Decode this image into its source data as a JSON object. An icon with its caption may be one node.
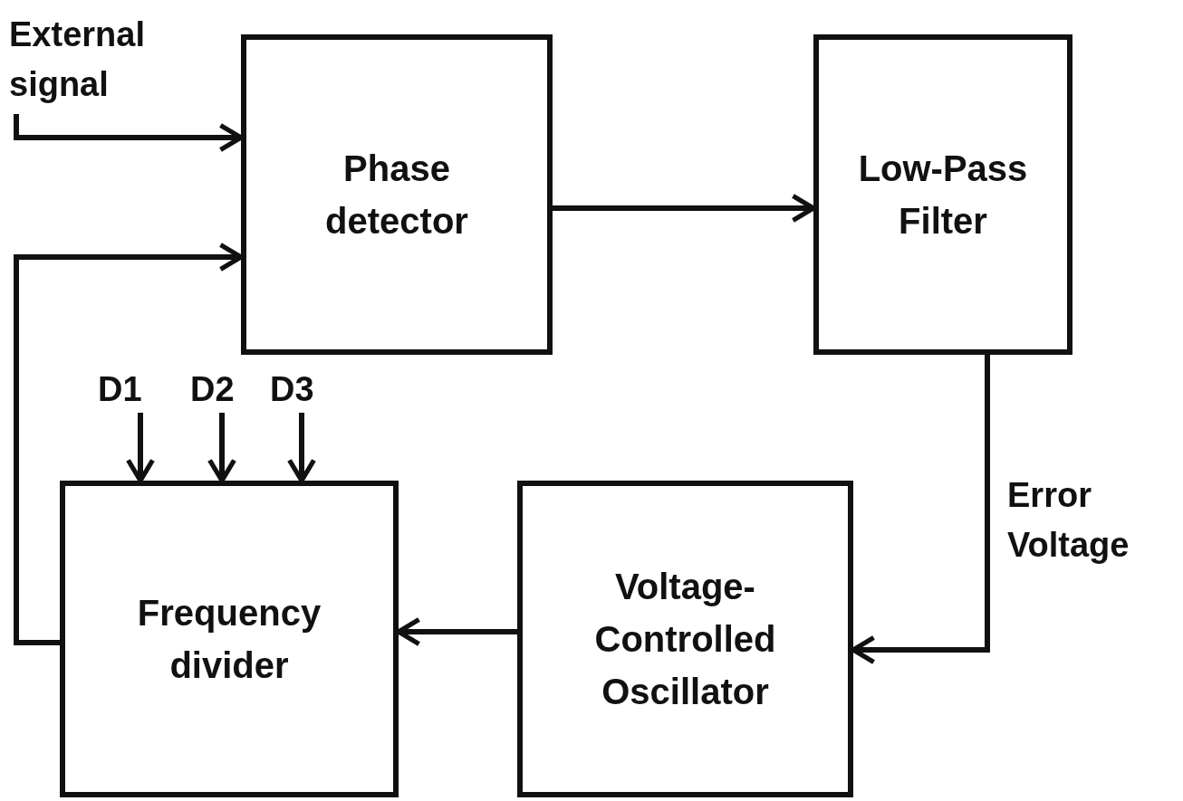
{
  "diagram": {
    "nodes": [
      {
        "text": [
          "External signal"
        ]
      },
      {
        "text": [
          "Phase detector"
        ]
      },
      {
        "text": [
          "Low-Pass Filter"
        ]
      },
      {
        "text": [
          "Voltage-Controlled Oscillator"
        ]
      },
      {
        "text": [
          "Frequency divider"
        ]
      },
      {
        "text": [
          "D1"
        ]
      },
      {
        "text": [
          "D2"
        ]
      },
      {
        "text": [
          "D3"
        ]
      }
    ],
    "edges": [
      {
        "from": 0,
        "to": 1,
        "arrow": "to"
      },
      {
        "from": 1,
        "to": 2,
        "arrow": "to"
      },
      {
        "from": 2,
        "to": 3,
        "arrow": "to",
        "label": "Error Voltage"
      },
      {
        "from": 3,
        "to": 4,
        "arrow": "to"
      },
      {
        "from": 4,
        "to": 1,
        "arrow": "to"
      },
      {
        "from": 5,
        "to": 4,
        "arrow": "to"
      },
      {
        "from": 6,
        "to": 4,
        "arrow": "to"
      },
      {
        "from": 7,
        "to": 4,
        "arrow": "to"
      }
    ]
  }
}
